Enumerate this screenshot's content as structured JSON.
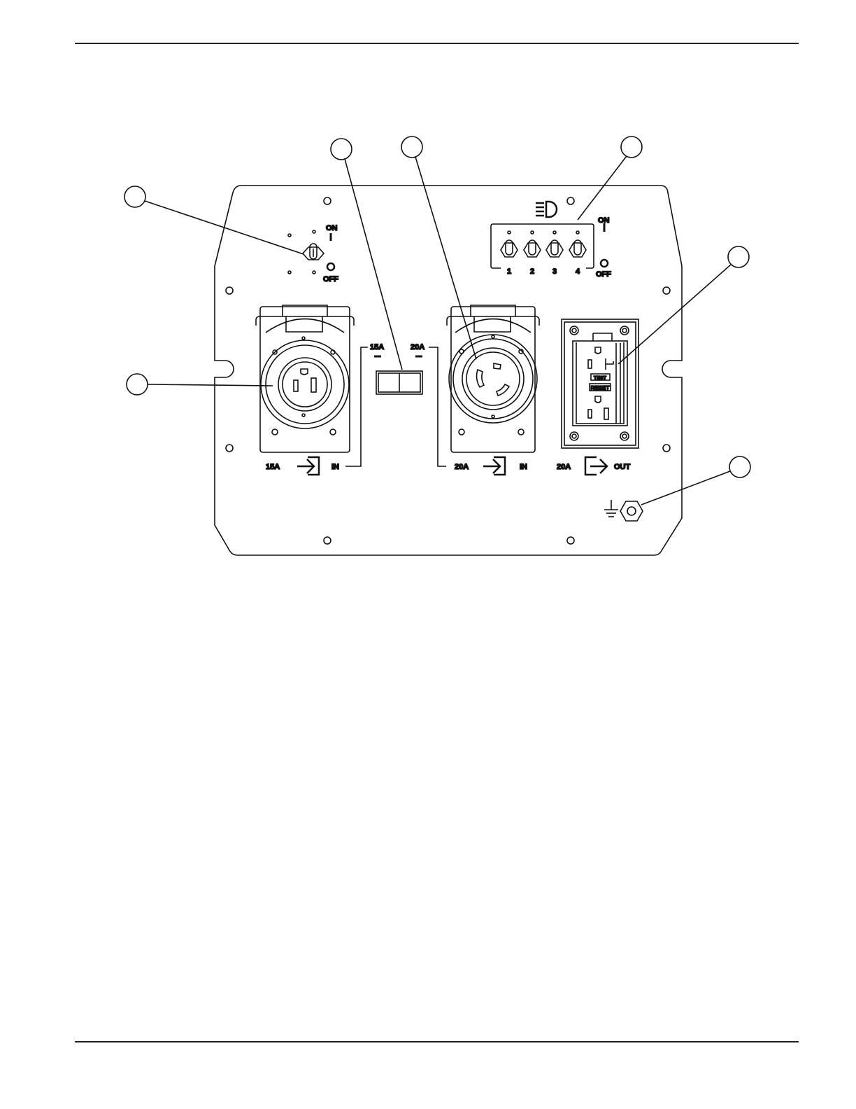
{
  "panel": {
    "left_switch": {
      "on_label": "ON",
      "off_label": "OFF"
    },
    "light_bank": {
      "on_label": "ON",
      "off_label": "OFF",
      "switch_numbers": [
        "1",
        "2",
        "3",
        "4"
      ]
    },
    "selector": {
      "label_15a": "15A",
      "label_20a": "20A"
    },
    "inlet_15a": {
      "rating": "15A",
      "direction": "IN"
    },
    "inlet_20a": {
      "rating": "20A",
      "direction": "IN"
    },
    "gfci_outlet": {
      "rating": "20A",
      "direction": "OUT",
      "test_label": "TEST",
      "reset_label": "RESET"
    }
  },
  "icons": [
    "headlight-icon",
    "ground-symbol-icon",
    "inlet-arrow-icon",
    "outlet-arrow-icon"
  ],
  "colors": {
    "line": "#111111",
    "background": "#ffffff"
  }
}
